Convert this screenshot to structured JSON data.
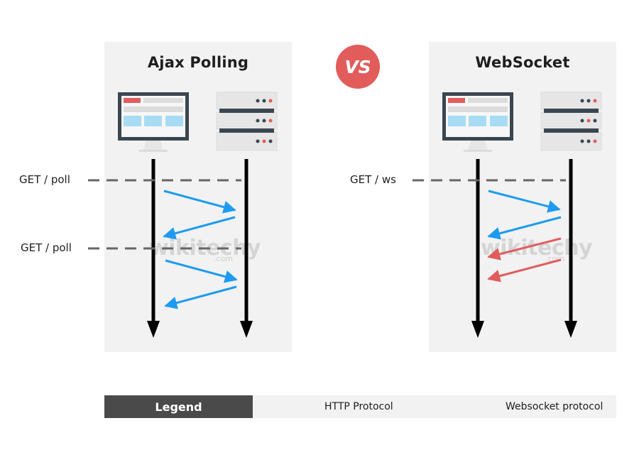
{
  "left_panel": {
    "title": "Ajax Polling"
  },
  "right_panel": {
    "title": "WebSocket"
  },
  "vs_badge": "VS",
  "left_labels": {
    "get1": "GET / poll",
    "get2": "GET / poll"
  },
  "right_labels": {
    "get1": "GET / ws"
  },
  "watermark": {
    "text": "wikitechy",
    "sub": ".com"
  },
  "legend": {
    "title": "Legend",
    "http_label": "HTTP Protocol",
    "ws_label": "Websocket protocol"
  },
  "colors": {
    "http": "#1d9bf0",
    "websocket": "#e25c5c",
    "panel": "#f2f2f2",
    "legend_dark": "#4a4a4a",
    "monitor": "#3b4650",
    "vs": "#e25c5c"
  }
}
